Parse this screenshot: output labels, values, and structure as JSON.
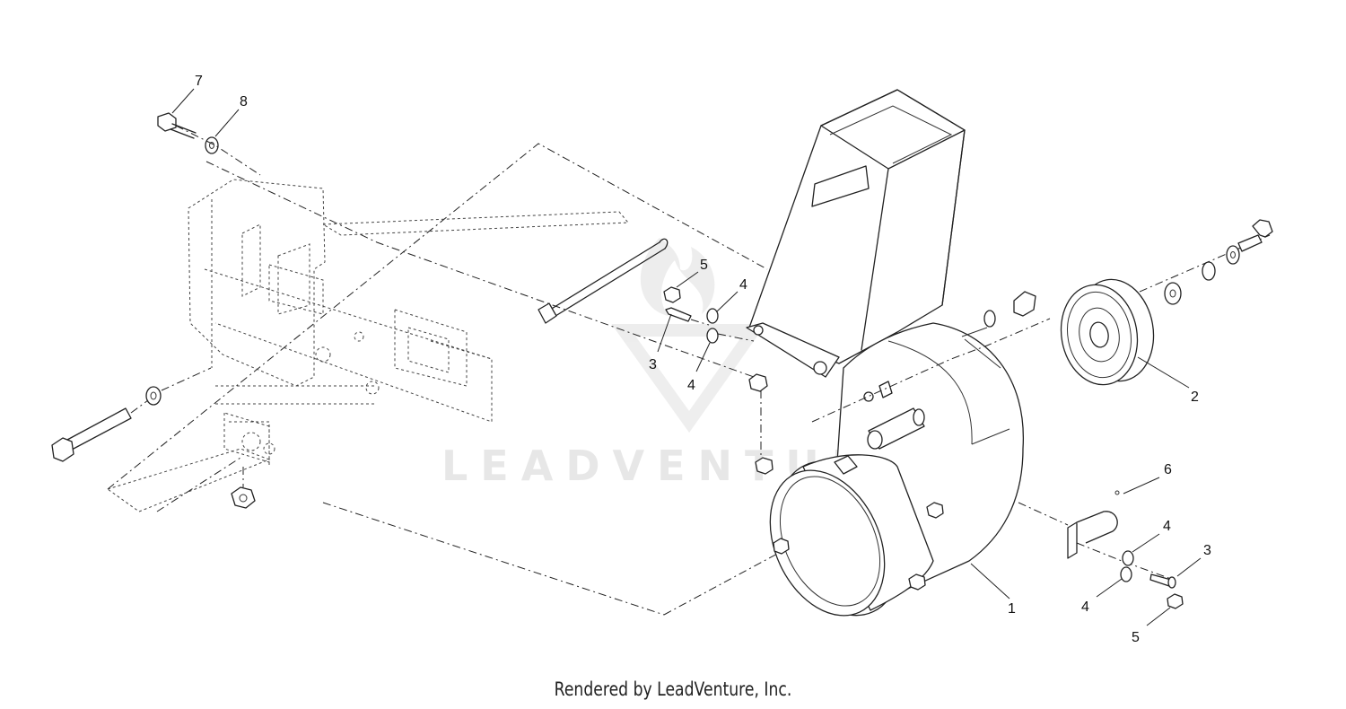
{
  "footer": "Rendered by LeadVenture, Inc.",
  "watermark": {
    "text": "LEADVENTURE"
  },
  "callouts": [
    {
      "id": "1",
      "label": "1"
    },
    {
      "id": "2",
      "label": "2"
    },
    {
      "id": "3a",
      "label": "3"
    },
    {
      "id": "3b",
      "label": "3"
    },
    {
      "id": "4a",
      "label": "4"
    },
    {
      "id": "4b",
      "label": "4"
    },
    {
      "id": "4c",
      "label": "4"
    },
    {
      "id": "4d",
      "label": "4"
    },
    {
      "id": "5a",
      "label": "5"
    },
    {
      "id": "5b",
      "label": "5"
    },
    {
      "id": "6",
      "label": "6"
    },
    {
      "id": "7",
      "label": "7"
    },
    {
      "id": "8",
      "label": "8"
    }
  ]
}
